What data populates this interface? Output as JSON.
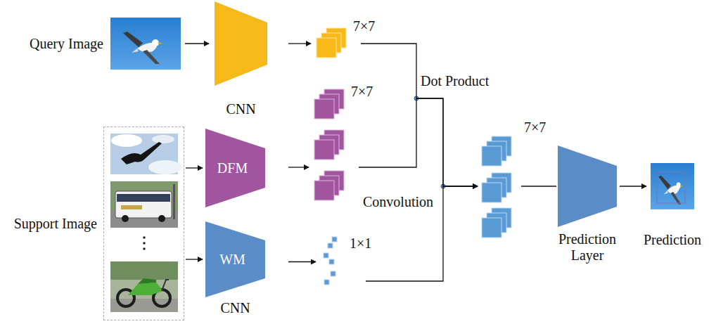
{
  "diagram": {
    "nodes": [
      {
        "text": [
          "Query Image"
        ]
      },
      {
        "text": [
          "CNN"
        ]
      },
      {
        "text": [
          "7×7"
        ]
      },
      {
        "text": [
          "Support Image"
        ]
      },
      {
        "text": [
          "DFM"
        ]
      },
      {
        "text": [
          "WM",
          "CNN"
        ]
      },
      {
        "text": [
          "7×7"
        ]
      },
      {
        "text": [
          "1×1"
        ]
      },
      {
        "text": [
          "7×7"
        ]
      },
      {
        "text": [
          "Prediction Layer"
        ]
      },
      {
        "text": [
          "Prediction"
        ]
      }
    ],
    "edges": [
      {
        "from": 0,
        "to": 1,
        "arrow": "to"
      },
      {
        "from": 1,
        "to": 2,
        "arrow": "to"
      },
      {
        "from": 3,
        "to": 4,
        "arrow": "to"
      },
      {
        "from": 3,
        "to": 5,
        "arrow": "to"
      },
      {
        "from": 4,
        "to": 6,
        "arrow": "to"
      },
      {
        "from": 5,
        "to": 7,
        "arrow": "to"
      },
      {
        "from": 2,
        "to": 8,
        "arrow": "to"
      },
      {
        "from": 6,
        "to": 8,
        "arrow": "to"
      },
      {
        "from": 7,
        "to": 8,
        "arrow": "to"
      },
      {
        "from": 8,
        "to": 9,
        "arrow": "none"
      },
      {
        "from": 9,
        "to": 10,
        "arrow": "to"
      }
    ],
    "labels": [
      "Dot Product",
      "Convolution"
    ]
  }
}
